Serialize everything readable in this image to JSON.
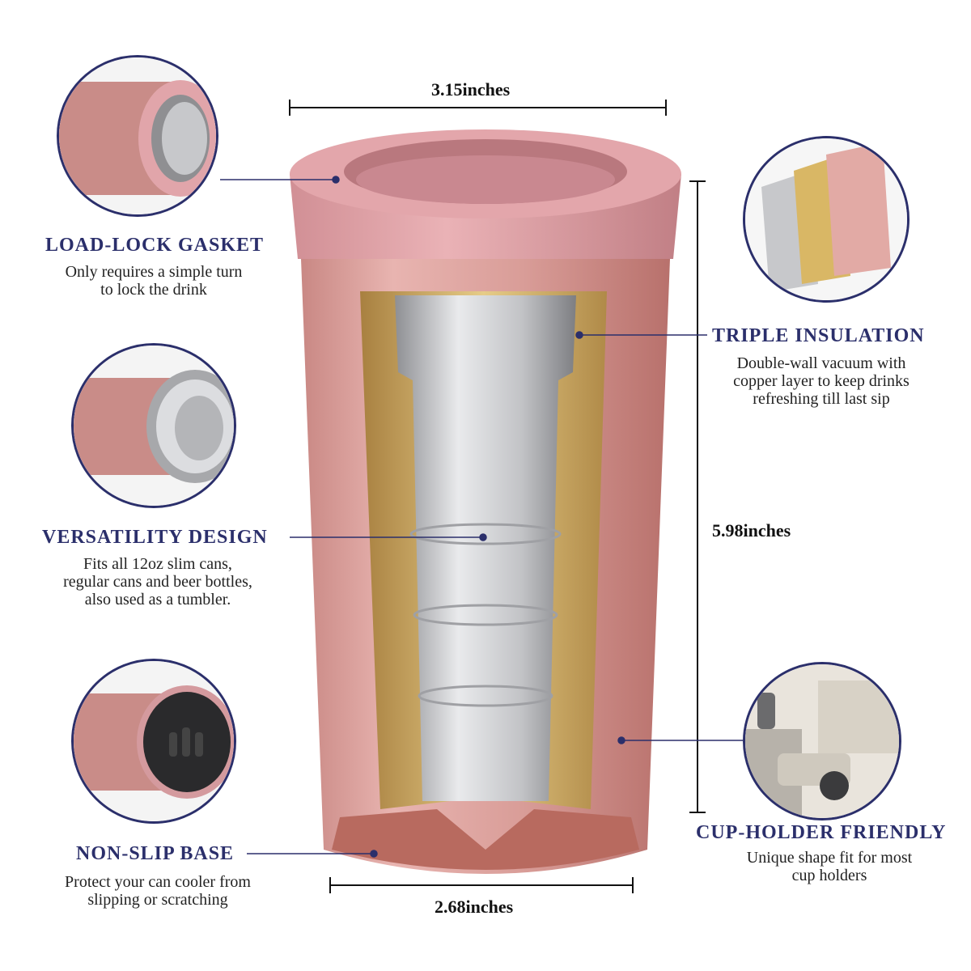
{
  "dimensions": {
    "top_width": "3.15inches",
    "height": "5.98inches",
    "bottom_width": "2.68inches"
  },
  "features": {
    "gasket": {
      "title": "LOAD-LOCK GASKET",
      "description": "Only requires a simple turn\nto lock the drink"
    },
    "versatility": {
      "title": "VERSATILITY  DESIGN",
      "description": "Fits all 12oz slim cans,\nregular cans and beer bottles,\nalso used as a tumbler."
    },
    "base": {
      "title": "NON-SLIP BASE",
      "description": "Protect your can cooler from\nslipping or scratching"
    },
    "insulation": {
      "title": "TRIPLE INSULATION",
      "description": "Double-wall vacuum with\ncopper layer to keep drinks\nrefreshing till last sip"
    },
    "cupholder": {
      "title": "CUP-HOLDER FRIENDLY",
      "description": "Unique shape fit for most\ncup holders"
    }
  },
  "colors": {
    "title_text": "#2b2f6b",
    "rose_gold": "#d79c98",
    "gasket_pink": "#e2a3a8",
    "brass": "#c9a75c",
    "steel": "#c8c9cc"
  }
}
